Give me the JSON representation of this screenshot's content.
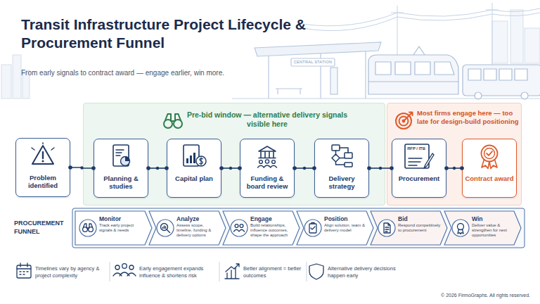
{
  "diagram": {
    "title": "Transit Infrastructure Project Lifecycle & Procurement Funnel",
    "nodes": [
      {
        "text": [
          "Problem identified"
        ]
      },
      {
        "text": [
          "Pre-bid window — alternative delivery signals visible here"
        ]
      },
      {
        "text": [
          "Planning & studies"
        ],
        "in": 1
      },
      {
        "text": [
          "Capital plan"
        ],
        "in": 1
      },
      {
        "text": [
          "Funding & board review"
        ],
        "in": 1
      },
      {
        "text": [
          "Delivery strategy"
        ],
        "in": 1
      },
      {
        "text": [
          "Most firms engage here — too late for design-build positioning"
        ]
      },
      {
        "text": [
          "Procurement"
        ],
        "in": 6
      },
      {
        "text": [
          "Contract award"
        ],
        "in": 6
      },
      {
        "text": [
          "Monitor",
          "Track early project signals & needs"
        ]
      },
      {
        "text": [
          "Analyze",
          "Assess scope, timeline, funding & delivery options"
        ]
      },
      {
        "text": [
          "Engage",
          "Build relationships, influence outcomes, shape the approach"
        ]
      },
      {
        "text": [
          "Position",
          "Align solution, team & delivery model"
        ]
      },
      {
        "text": [
          "Bid",
          "Respond competitively to procurement"
        ]
      },
      {
        "text": [
          "Win",
          "Deliver value & strengthen for next opportunities"
        ]
      }
    ],
    "edges": [
      {
        "from": 0,
        "to": 2,
        "arrow": "none"
      },
      {
        "from": 2,
        "to": 3,
        "arrow": "none"
      },
      {
        "from": 3,
        "to": 4,
        "arrow": "none"
      },
      {
        "from": 4,
        "to": 5,
        "arrow": "none"
      },
      {
        "from": 5,
        "to": 7,
        "arrow": "none"
      },
      {
        "from": 7,
        "to": 8,
        "arrow": "none"
      }
    ],
    "labels": [
      "From early signals to contract award — engage earlier, win more.",
      "CENTRAL STATION",
      "RFP / ITB",
      "PROCUREMENT FUNNEL",
      "Timelines vary by agency & project complexity",
      "Early engagement expands influence & shortens risk",
      "Better alignment = better outcomes",
      "Alternative delivery decisions happen early",
      "© 2026 FirmoGraphs. All rights reserved."
    ]
  }
}
